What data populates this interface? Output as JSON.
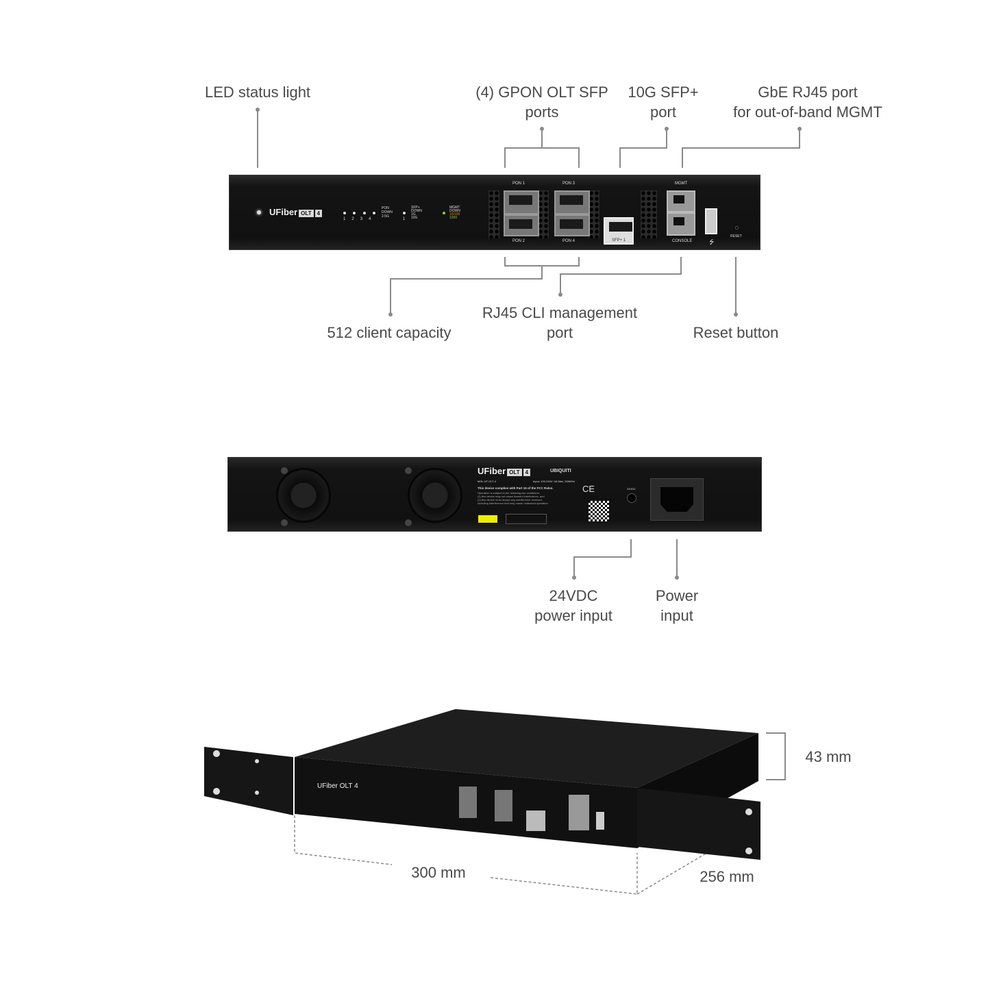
{
  "labels": {
    "led_status": "LED status light",
    "gpon_ports": [
      "(4) GPON OLT SFP",
      "ports"
    ],
    "sfp_plus": [
      "10G SFP+",
      "port"
    ],
    "mgmt_port": [
      "GbE RJ45 port",
      "for out-of-band MGMT"
    ],
    "client_capacity": "512 client capacity",
    "cli_port": [
      "RJ45 CLI management",
      "port"
    ],
    "reset_button": "Reset button",
    "dc_input": [
      "24VDC",
      "power input"
    ],
    "power_input": [
      "Power",
      "input"
    ],
    "height": "43 mm",
    "width": "300 mm",
    "depth": "256 mm"
  },
  "front_panel": {
    "brand": "UFiber",
    "model_badge": "OLT",
    "model_num": "4",
    "pon_led_numbers": [
      "1",
      "2",
      "3",
      "4"
    ],
    "pon_legend": [
      "PON",
      "DOWN",
      "2.5G"
    ],
    "sfp_led_number": "1",
    "sfp_legend": [
      "SFP+",
      "DOWN",
      "1G",
      "10G"
    ],
    "mgmt_legend": [
      "MGMT",
      "DOWN",
      "10/100",
      "1000"
    ],
    "pon1": "PON 1",
    "pon2": "PON 2",
    "pon3": "PON 3",
    "pon4": "PON 4",
    "sfp1": "SFP+ 1",
    "mgmt": "MGMT",
    "console": "CONSOLE",
    "reset": "RESET"
  },
  "back_panel": {
    "brand": "UFiber",
    "model_badge": "OLT",
    "model_num": "4",
    "vendor": "UBIQUITI",
    "model_id": "M/N: UF-OLT-4",
    "input_rating": "Input: 100-240V~4A Max, 50/60Hz",
    "fcc_title": "This device complies with Part 15 of the FCC Rules.",
    "fcc_lines": [
      "Operation is subject to the following two conditions:",
      "(1) this device may not cause harmful interference, and",
      "(2) this device must accept any interference received,",
      "including interference that may cause undesired operation."
    ],
    "ce_mark": "CE",
    "dc_label": "24VDC"
  }
}
